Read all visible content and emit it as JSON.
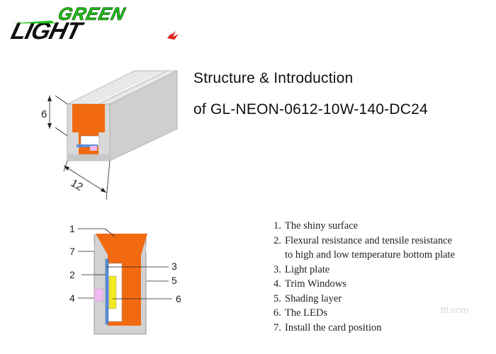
{
  "logo": {
    "top_word": "GREEN",
    "bottom_word": "LIGHT",
    "brand_green": "#22c21a",
    "brand_red": "#e02020"
  },
  "title": {
    "line1": "Structure & Introduction",
    "line2": "of GL-NEON-0612-10W-140-DC24"
  },
  "profile_dims": {
    "height": "6",
    "width": "12"
  },
  "callouts": [
    "1",
    "7",
    "2",
    "4",
    "3",
    "5",
    "6"
  ],
  "parts": [
    {
      "num": "1.",
      "text": "The shiny surface"
    },
    {
      "num": "2.",
      "text": "Flexural resistance and tensile resistance to high and low temperature bottom plate"
    },
    {
      "num": "3.",
      "text": "Light plate"
    },
    {
      "num": "4.",
      "text": "Trim Windows"
    },
    {
      "num": "5.",
      "text": "Shading layer"
    },
    {
      "num": "6.",
      "text": "The LEDs"
    },
    {
      "num": "7.",
      "text": "Install the card position"
    }
  ],
  "watermark": "ttt.com",
  "colors": {
    "orange": "#f26a10",
    "grey": "#d2d2d2",
    "yellow": "#f2ea20",
    "blue": "#5b8fd6",
    "pink": "#f0b8f0"
  }
}
